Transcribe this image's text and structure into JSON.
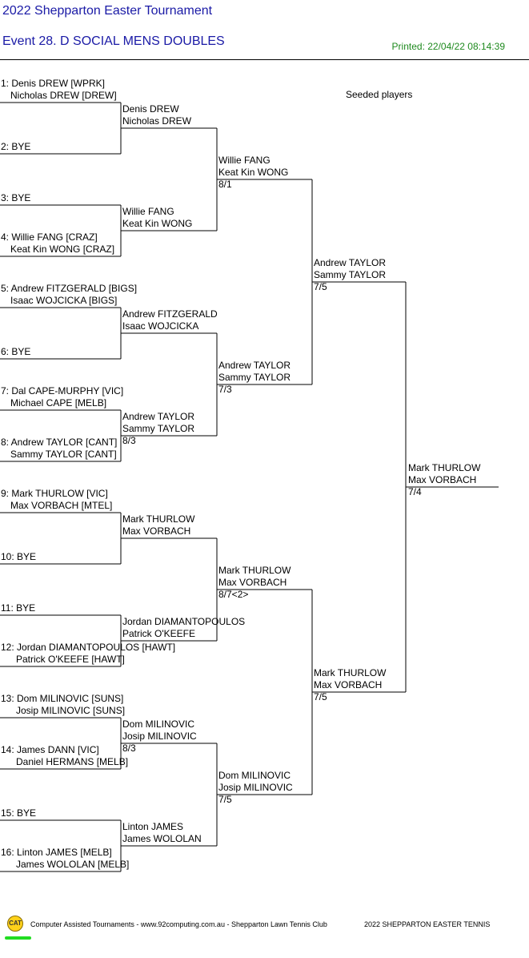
{
  "header": {
    "title": "2022 Shepparton Easter Tournament",
    "event": "Event 28. D SOCIAL MENS DOUBLES",
    "printed": "Printed: 22/04/22 08:14:39",
    "seeded_label": "Seeded players"
  },
  "round1": [
    {
      "line1": "1: Denis DREW [WPRK]",
      "line2": "Nicholas DREW [DREW]"
    },
    {
      "line1": "2: BYE",
      "line2": ""
    },
    {
      "line1": "3: BYE",
      "line2": ""
    },
    {
      "line1": "4: Willie FANG [CRAZ]",
      "line2": "Keat Kin WONG [CRAZ]"
    },
    {
      "line1": "5: Andrew FITZGERALD [BIGS]",
      "line2": "Isaac WOJCICKA [BIGS]"
    },
    {
      "line1": "6: BYE",
      "line2": ""
    },
    {
      "line1": "7: Dal CAPE-MURPHY [VIC]",
      "line2": "Michael CAPE [MELB]"
    },
    {
      "line1": "8: Andrew TAYLOR [CANT]",
      "line2": "Sammy TAYLOR [CANT]"
    },
    {
      "line1": "9: Mark THURLOW [VIC]",
      "line2": "Max VORBACH [MTEL]"
    },
    {
      "line1": "10: BYE",
      "line2": ""
    },
    {
      "line1": "11: BYE",
      "line2": ""
    },
    {
      "line1": "12: Jordan DIAMANTOPOULOS [HAWT]",
      "line2": "Patrick O'KEEFE [HAWT]"
    },
    {
      "line1": "13: Dom MILINOVIC [SUNS]",
      "line2": "Josip MILINOVIC [SUNS]"
    },
    {
      "line1": "14: James DANN [VIC]",
      "line2": "Daniel HERMANS [MELB]"
    },
    {
      "line1": "15: BYE",
      "line2": ""
    },
    {
      "line1": "16: Linton JAMES [MELB]",
      "line2": "James WOLOLAN [MELB]"
    }
  ],
  "round2": [
    {
      "line1": "Denis DREW",
      "line2": "Nicholas DREW",
      "score": ""
    },
    {
      "line1": "Willie FANG",
      "line2": "Keat Kin WONG",
      "score": ""
    },
    {
      "line1": "Andrew FITZGERALD",
      "line2": "Isaac WOJCICKA",
      "score": ""
    },
    {
      "line1": "Andrew TAYLOR",
      "line2": "Sammy TAYLOR",
      "score": "8/3"
    },
    {
      "line1": "Mark THURLOW",
      "line2": "Max VORBACH",
      "score": ""
    },
    {
      "line1": "Jordan DIAMANTOPOULOS",
      "line2": "Patrick O'KEEFE",
      "score": ""
    },
    {
      "line1": "Dom MILINOVIC",
      "line2": "Josip MILINOVIC",
      "score": "8/3"
    },
    {
      "line1": "Linton JAMES",
      "line2": "James WOLOLAN",
      "score": ""
    }
  ],
  "round3": [
    {
      "line1": "Willie FANG",
      "line2": "Keat Kin WONG",
      "score": "8/1"
    },
    {
      "line1": "Andrew TAYLOR",
      "line2": "Sammy TAYLOR",
      "score": "7/3"
    },
    {
      "line1": "Mark THURLOW",
      "line2": "Max VORBACH",
      "score": "8/7<2>"
    },
    {
      "line1": "Dom MILINOVIC",
      "line2": "Josip MILINOVIC",
      "score": "7/5"
    }
  ],
  "round4": [
    {
      "line1": "Andrew TAYLOR",
      "line2": "Sammy TAYLOR",
      "score": "7/5"
    },
    {
      "line1": "Mark THURLOW",
      "line2": "Max VORBACH",
      "score": "7/5"
    }
  ],
  "final": {
    "line1": "Mark THURLOW",
    "line2": "Max VORBACH",
    "score": "7/4"
  },
  "footer": {
    "logo_text": "CAT",
    "credits": "Computer Assisted Tournaments - www.92computing.com.au -  Shepparton Lawn Tennis Club",
    "tournament": "2022 SHEPPARTON EASTER TENNIS"
  }
}
